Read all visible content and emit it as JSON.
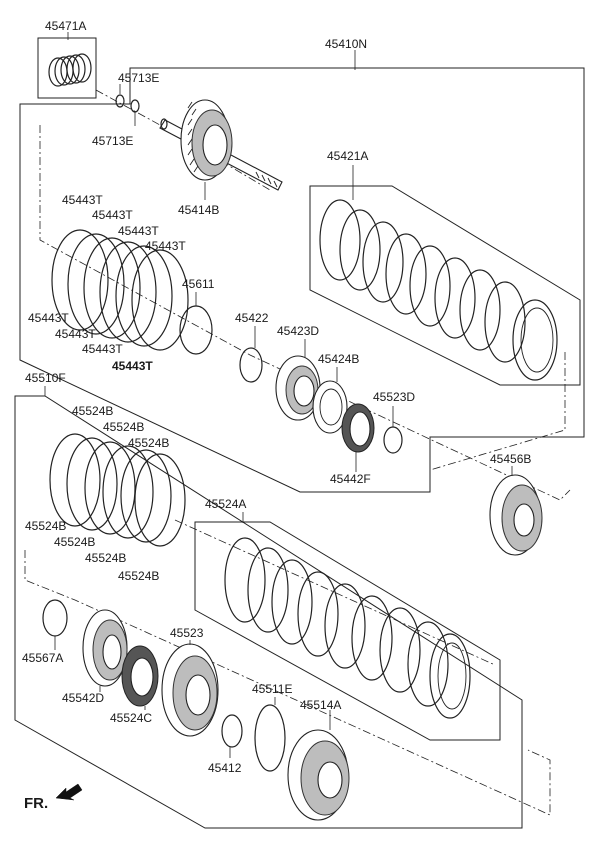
{
  "diagram": {
    "fr_label": "FR.",
    "labels": {
      "p45471A": "45471A",
      "p45713E_a": "45713E",
      "p45713E_b": "45713E",
      "p45410N": "45410N",
      "p45414B": "45414B",
      "p45421A": "45421A",
      "p45443T_1": "45443T",
      "p45443T_2": "45443T",
      "p45443T_3": "45443T",
      "p45443T_4": "45443T",
      "p45443T_5": "45443T",
      "p45443T_6": "45443T",
      "p45443T_7": "45443T",
      "p45443T_8": "45443T",
      "p45611": "45611",
      "p45422": "45422",
      "p45423D": "45423D",
      "p45424B": "45424B",
      "p45523D": "45523D",
      "p45442F": "45442F",
      "p45456B": "45456B",
      "p45510F": "45510F",
      "p45524B_1": "45524B",
      "p45524B_2": "45524B",
      "p45524B_3": "45524B",
      "p45524B_4": "45524B",
      "p45524B_5": "45524B",
      "p45524B_6": "45524B",
      "p45524A": "45524A",
      "p45567A": "45567A",
      "p45542D": "45542D",
      "p45523": "45523",
      "p45524C": "45524C",
      "p45511E": "45511E",
      "p45514A": "45514A",
      "p45412": "45412"
    }
  }
}
